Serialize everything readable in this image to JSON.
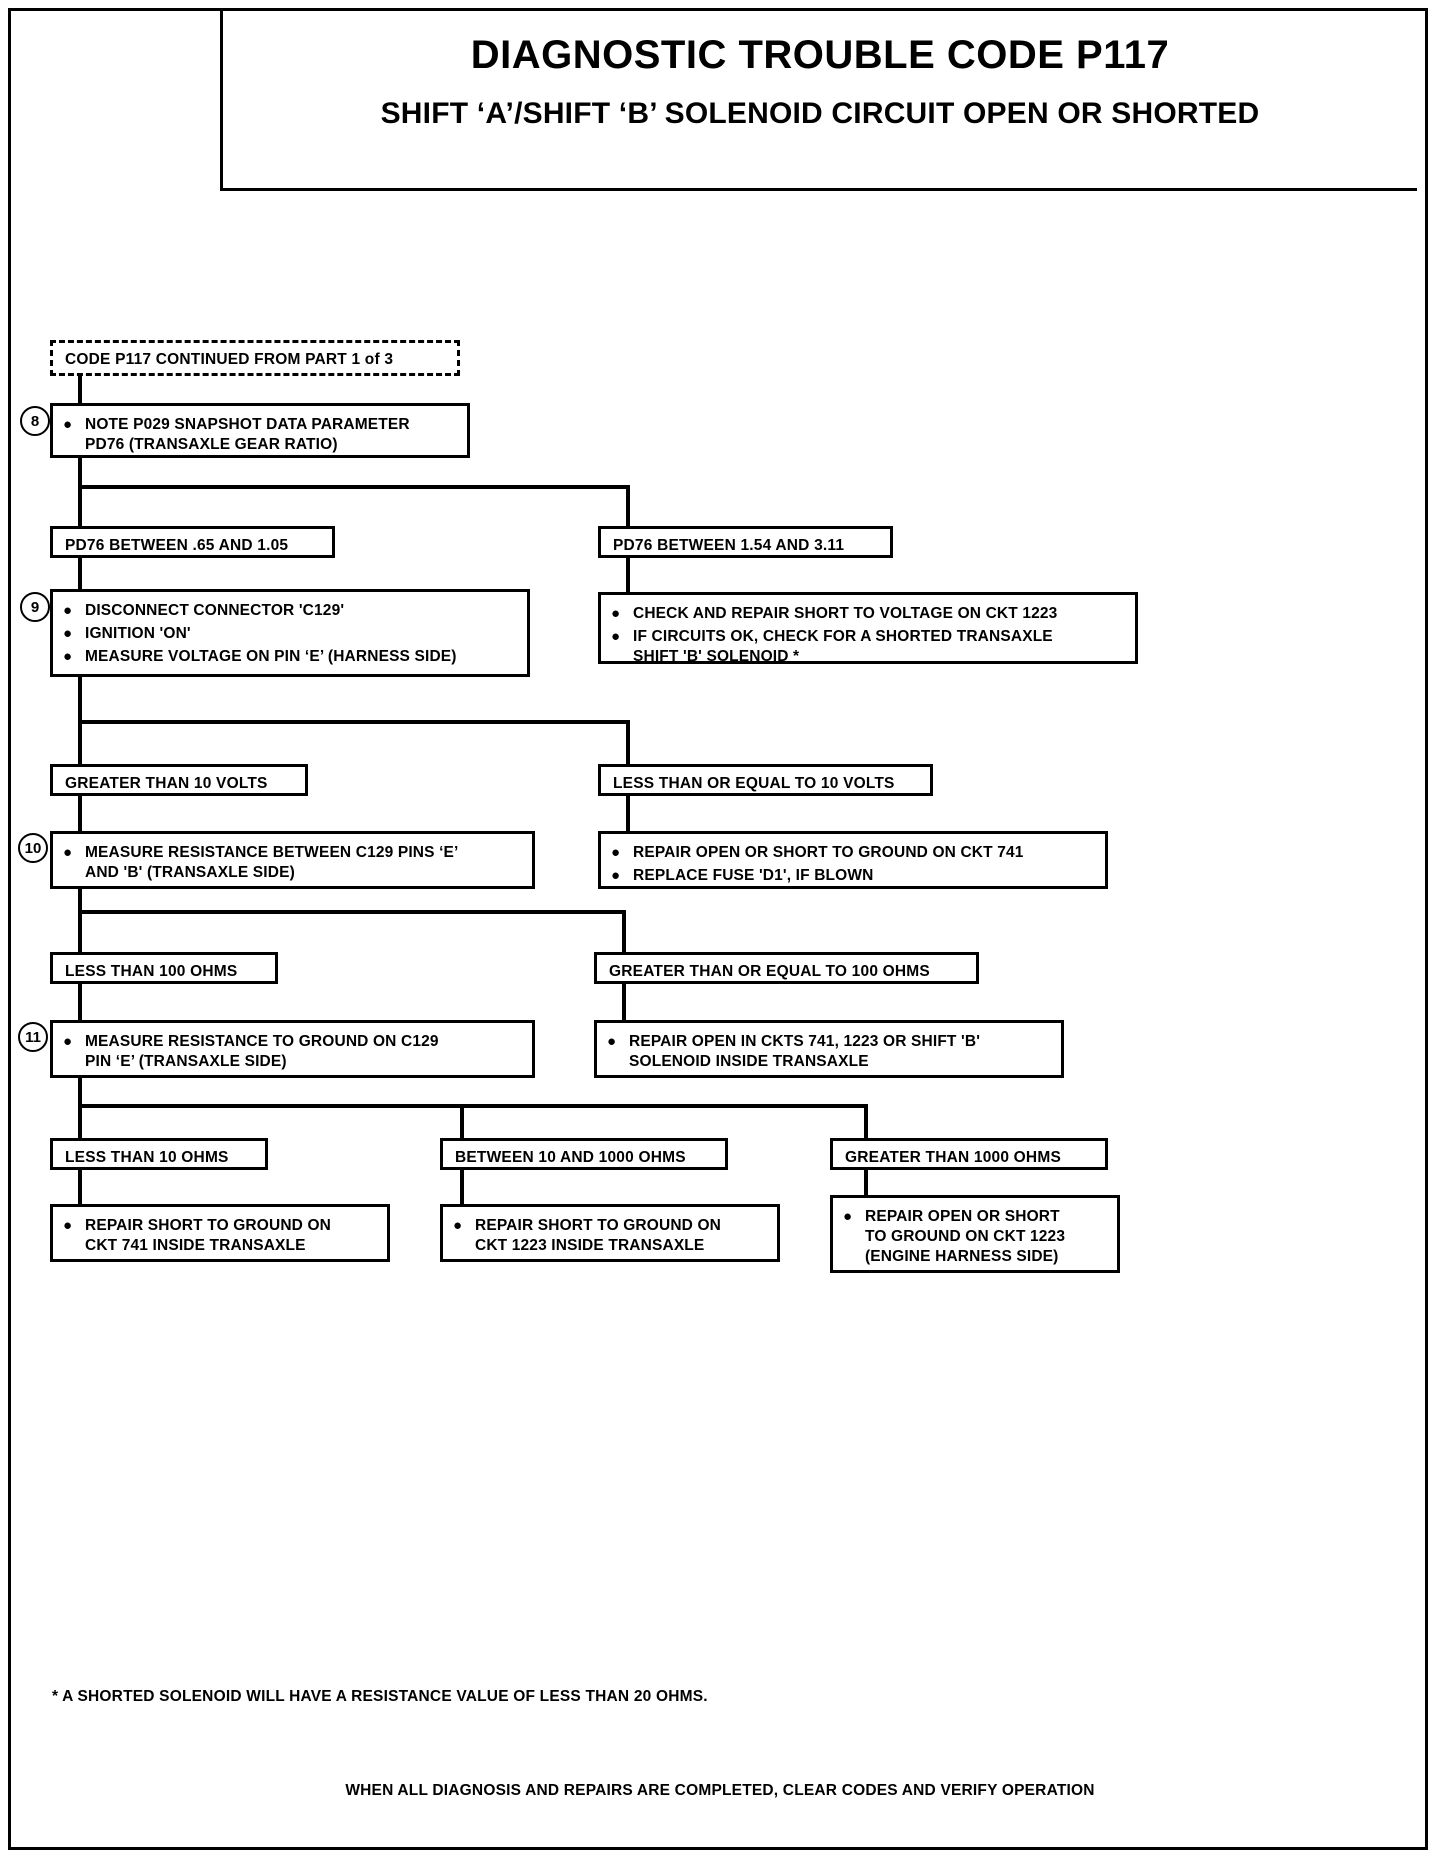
{
  "document": {
    "title": "DIAGNOSTIC TROUBLE CODE P117",
    "subtitle": "SHIFT ‘A’/SHIFT ‘B’ SOLENOID CIRCUIT OPEN OR SHORTED"
  },
  "flow": {
    "entry": {
      "label": "CODE P117 CONTINUED FROM  PART 1 of 3"
    },
    "step8": {
      "number": "8",
      "bullets": [
        "NOTE P029 SNAPSHOT DATA PARAMETER\nPD76 (TRANSAXLE GEAR RATIO)"
      ]
    },
    "branch8": {
      "left": "PD76 BETWEEN .65 AND 1.05",
      "right": "PD76 BETWEEN 1.54 AND 3.11"
    },
    "step9": {
      "number": "9",
      "bullets": [
        "DISCONNECT CONNECTOR 'C129'",
        "IGNITION 'ON'",
        "MEASURE VOLTAGE ON PIN ‘E’ (HARNESS SIDE)"
      ]
    },
    "result8right": {
      "bullets": [
        "CHECK AND REPAIR SHORT TO VOLTAGE ON CKT 1223",
        "IF CIRCUITS OK, CHECK FOR A SHORTED TRANSAXLE\nSHIFT 'B' SOLENOID *"
      ]
    },
    "branch9": {
      "left": "GREATER THAN 10 VOLTS",
      "right": "LESS THAN OR EQUAL TO 10 VOLTS"
    },
    "step10": {
      "number": "10",
      "bullets": [
        "MEASURE RESISTANCE BETWEEN C129 PINS ‘E’\nAND 'B' (TRANSAXLE SIDE)"
      ]
    },
    "result9right": {
      "bullets": [
        "REPAIR OPEN OR SHORT TO GROUND ON CKT 741",
        "REPLACE FUSE 'D1', IF BLOWN"
      ]
    },
    "branch10": {
      "left": "LESS THAN 100 OHMS",
      "right": "GREATER THAN OR EQUAL TO 100 OHMS"
    },
    "step11": {
      "number": "11",
      "bullets": [
        "MEASURE RESISTANCE TO GROUND ON C129\nPIN ‘E’ (TRANSAXLE SIDE)"
      ]
    },
    "result10right": {
      "bullets": [
        "REPAIR OPEN IN CKTS 741, 1223 OR SHIFT 'B'\nSOLENOID INSIDE TRANSAXLE"
      ]
    },
    "branch11": {
      "left": "LESS THAN 10 OHMS",
      "middle": "BETWEEN 10 AND 1000 OHMS",
      "right": "GREATER THAN 1000 OHMS"
    },
    "result11left": {
      "bullets": [
        "REPAIR SHORT TO GROUND ON\nCKT 741 INSIDE TRANSAXLE"
      ]
    },
    "result11middle": {
      "bullets": [
        "REPAIR SHORT TO GROUND ON\nCKT 1223 INSIDE TRANSAXLE"
      ]
    },
    "result11right": {
      "bullets": [
        "REPAIR OPEN OR SHORT\nTO GROUND ON CKT 1223\n(ENGINE HARNESS SIDE)"
      ]
    }
  },
  "notes": {
    "footnote": "*  A SHORTED SOLENOID WILL HAVE A RESISTANCE VALUE OF LESS THAN 20 OHMS.",
    "footer": "WHEN ALL DIAGNOSIS AND REPAIRS ARE COMPLETED, CLEAR CODES AND VERIFY OPERATION"
  },
  "glyphs": {
    "bullet": "●"
  }
}
